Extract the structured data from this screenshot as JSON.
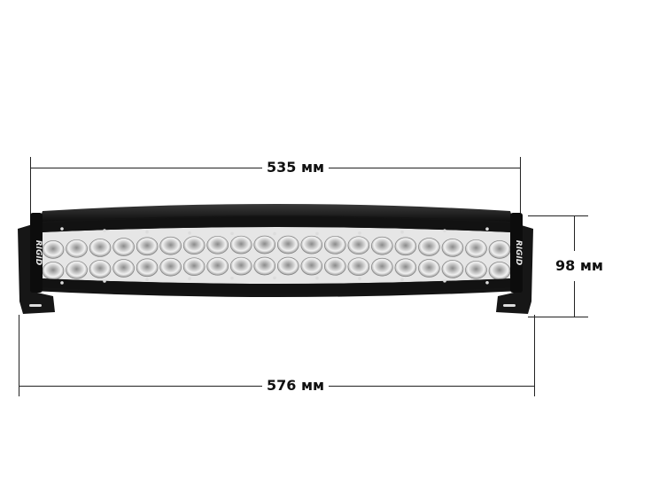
{
  "diagram": {
    "subject": "Curved LED light bar",
    "brand_label": "RIGID",
    "dimensions": {
      "width_top": {
        "label": "535 мм",
        "value": 535,
        "unit": "мм"
      },
      "width_bottom": {
        "label": "576 мм",
        "value": 576,
        "unit": "мм"
      },
      "height": {
        "label": "98 мм",
        "value": 98,
        "unit": "мм"
      }
    },
    "led_rows": 2,
    "led_columns": 20,
    "colors": {
      "housing": "#111111",
      "led_face": "#d8d8d8",
      "dimension_line": "#222222",
      "background": "#ffffff"
    }
  }
}
